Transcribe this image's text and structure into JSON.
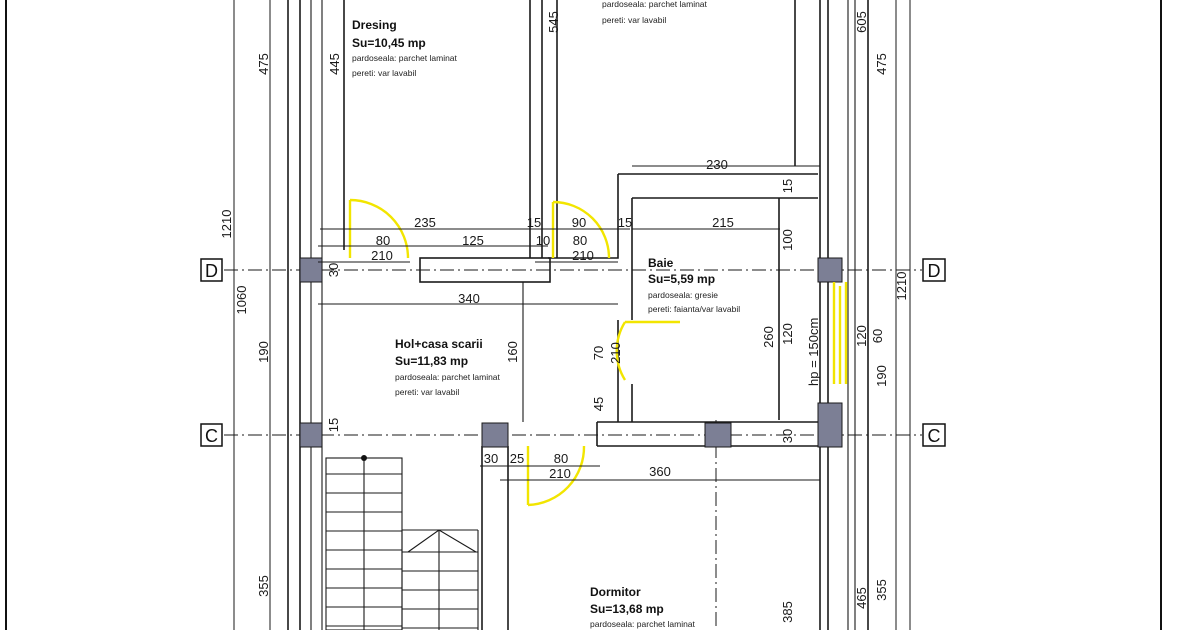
{
  "colors": {
    "lines": "#1a1a1a",
    "doors": "#f2e500",
    "column_fill": "#7c7f95"
  },
  "axes": {
    "d": "D",
    "c": "C"
  },
  "rooms": {
    "dresing": {
      "name": "Dresing",
      "area": "Su=10,45 mp",
      "floor": "pardoseala: parchet laminat",
      "walls": "pereti: var lavabil"
    },
    "top_right": {
      "floor": "pardoseala: parchet laminat",
      "walls": "pereti: var lavabil"
    },
    "baie": {
      "name": "Baie",
      "area": "Su=5,59 mp",
      "floor": "pardoseala: gresie",
      "walls": "pereti: faianta/var lavabil"
    },
    "hol": {
      "name": "Hol+casa scarii",
      "area": "Su=11,83 mp",
      "floor": "pardoseala: parchet laminat",
      "walls": "pereti: var lavabil"
    },
    "dormitor": {
      "name": "Dormitor",
      "area": "Su=13,68 mp",
      "floor": "pardoseala: parchet laminat"
    }
  },
  "dims": {
    "d475l": "475",
    "d445": "445",
    "d545": "545",
    "d605": "605",
    "d475r": "475",
    "d1210l": "1210",
    "d1060": "1060",
    "d190l": "190",
    "d355l": "355",
    "d1210r": "1210",
    "d120a": "120",
    "d60": "60",
    "d190r": "190",
    "d465": "465",
    "d355r": "355",
    "d385": "385",
    "d230": "230",
    "d15a": "15",
    "d100": "100",
    "d235": "235",
    "d15b": "15",
    "d90": "90",
    "d15c": "15",
    "d215": "215",
    "d80a": "80",
    "d125": "125",
    "d10": "10",
    "d80b": "80",
    "d210a": "210",
    "d30a": "30",
    "d210b": "210",
    "d340": "340",
    "d160": "160",
    "d70": "70",
    "d210c": "210",
    "d45": "45",
    "d260": "260",
    "d120b": "120",
    "d30b": "30",
    "d15e": "15",
    "d30c": "30",
    "d25": "25",
    "d80c": "80",
    "d210d": "210",
    "d360": "360"
  },
  "labels": {
    "hp": "hp = 150cm"
  }
}
